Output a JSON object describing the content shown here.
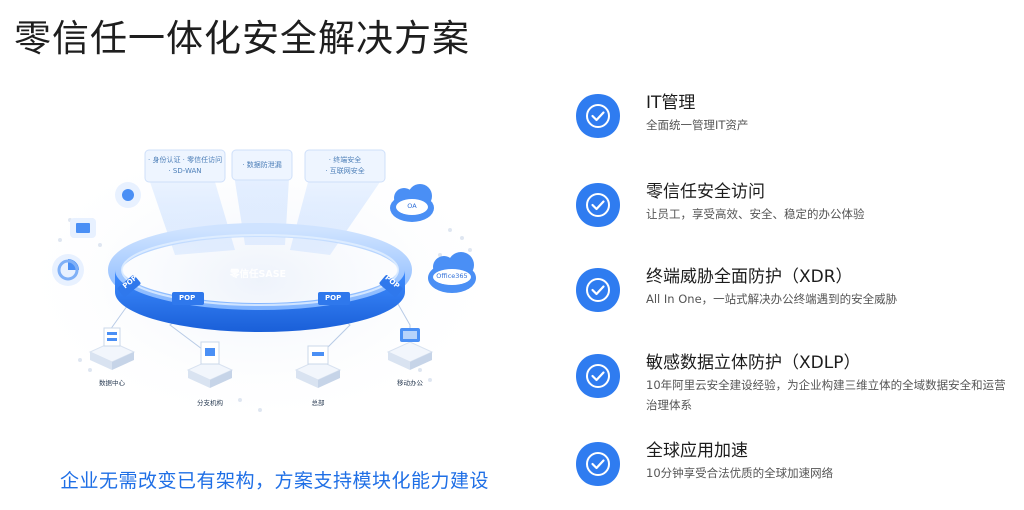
{
  "title": "零信任一体化安全解决方案",
  "diagram": {
    "ring_label": "零信任SASE",
    "pop_label": "POP",
    "tags": [
      {
        "line1": "· 身份认证 · 零信任访问",
        "line2": "· SD-WAN"
      },
      {
        "line1": "· 数据防泄漏",
        "line2": ""
      },
      {
        "line1": "· 终端安全",
        "line2": "· 互联网安全"
      }
    ],
    "clouds": [
      "OA",
      "Office365"
    ],
    "nodes": [
      "数据中心",
      "分支机构",
      "总部",
      "移动办公"
    ],
    "accent": "#2f7cf0"
  },
  "footer": "企业无需改变已有架构，方案支持模块化能力建设",
  "features": [
    {
      "title": "IT管理",
      "desc": "全面统一管理IT资产"
    },
    {
      "title": "零信任安全访问",
      "desc": "让员工，享受高效、安全、稳定的办公体验"
    },
    {
      "title": "终端威胁全面防护（XDR）",
      "desc": "All In One，一站式解决办公终端遇到的安全威胁"
    },
    {
      "title": "敏感数据立体防护（XDLP）",
      "desc": "10年阿里云安全建设经验，为企业构建三维立体的全域数据安全和运营治理体系"
    },
    {
      "title": "全球应用加速",
      "desc": "10分钟享受合法优质的全球加速网络"
    }
  ]
}
